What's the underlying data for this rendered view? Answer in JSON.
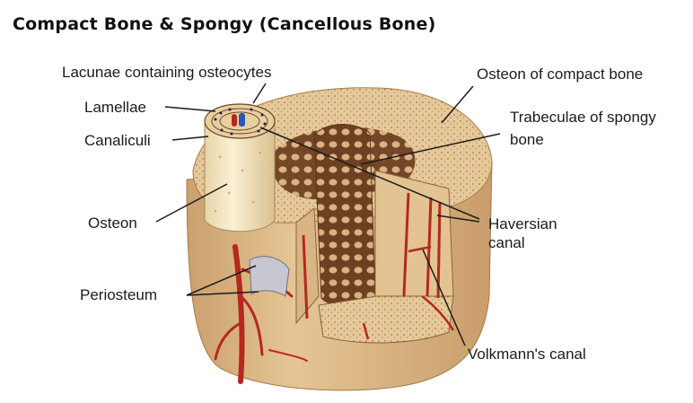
{
  "title": "Compact Bone & Spongy (Cancellous Bone)",
  "labels": {
    "lacunae": "Lacunae containing osteocytes",
    "lamellae": "Lamellae",
    "canaliculi": "Canaliculi",
    "osteon": "Osteon",
    "periosteum": "Periosteum",
    "osteon_compact": "Osteon of compact bone",
    "trabeculae_line1": "Trabeculae of  spongy",
    "trabeculae_line2": "bone",
    "haversian_line1": "Haversian",
    "haversian_line2": "canal",
    "volkmann": "Volkmann's canal"
  },
  "colors": {
    "bone_surface": "#e9cfa0",
    "bone_side": "#d9b17f",
    "bone_shadow": "#b88a5a",
    "spongy": "#8a5a33",
    "vessel_red": "#b5281e",
    "vessel_blue": "#2b57b3",
    "osteon_cylinder": "#f1e2bd"
  }
}
